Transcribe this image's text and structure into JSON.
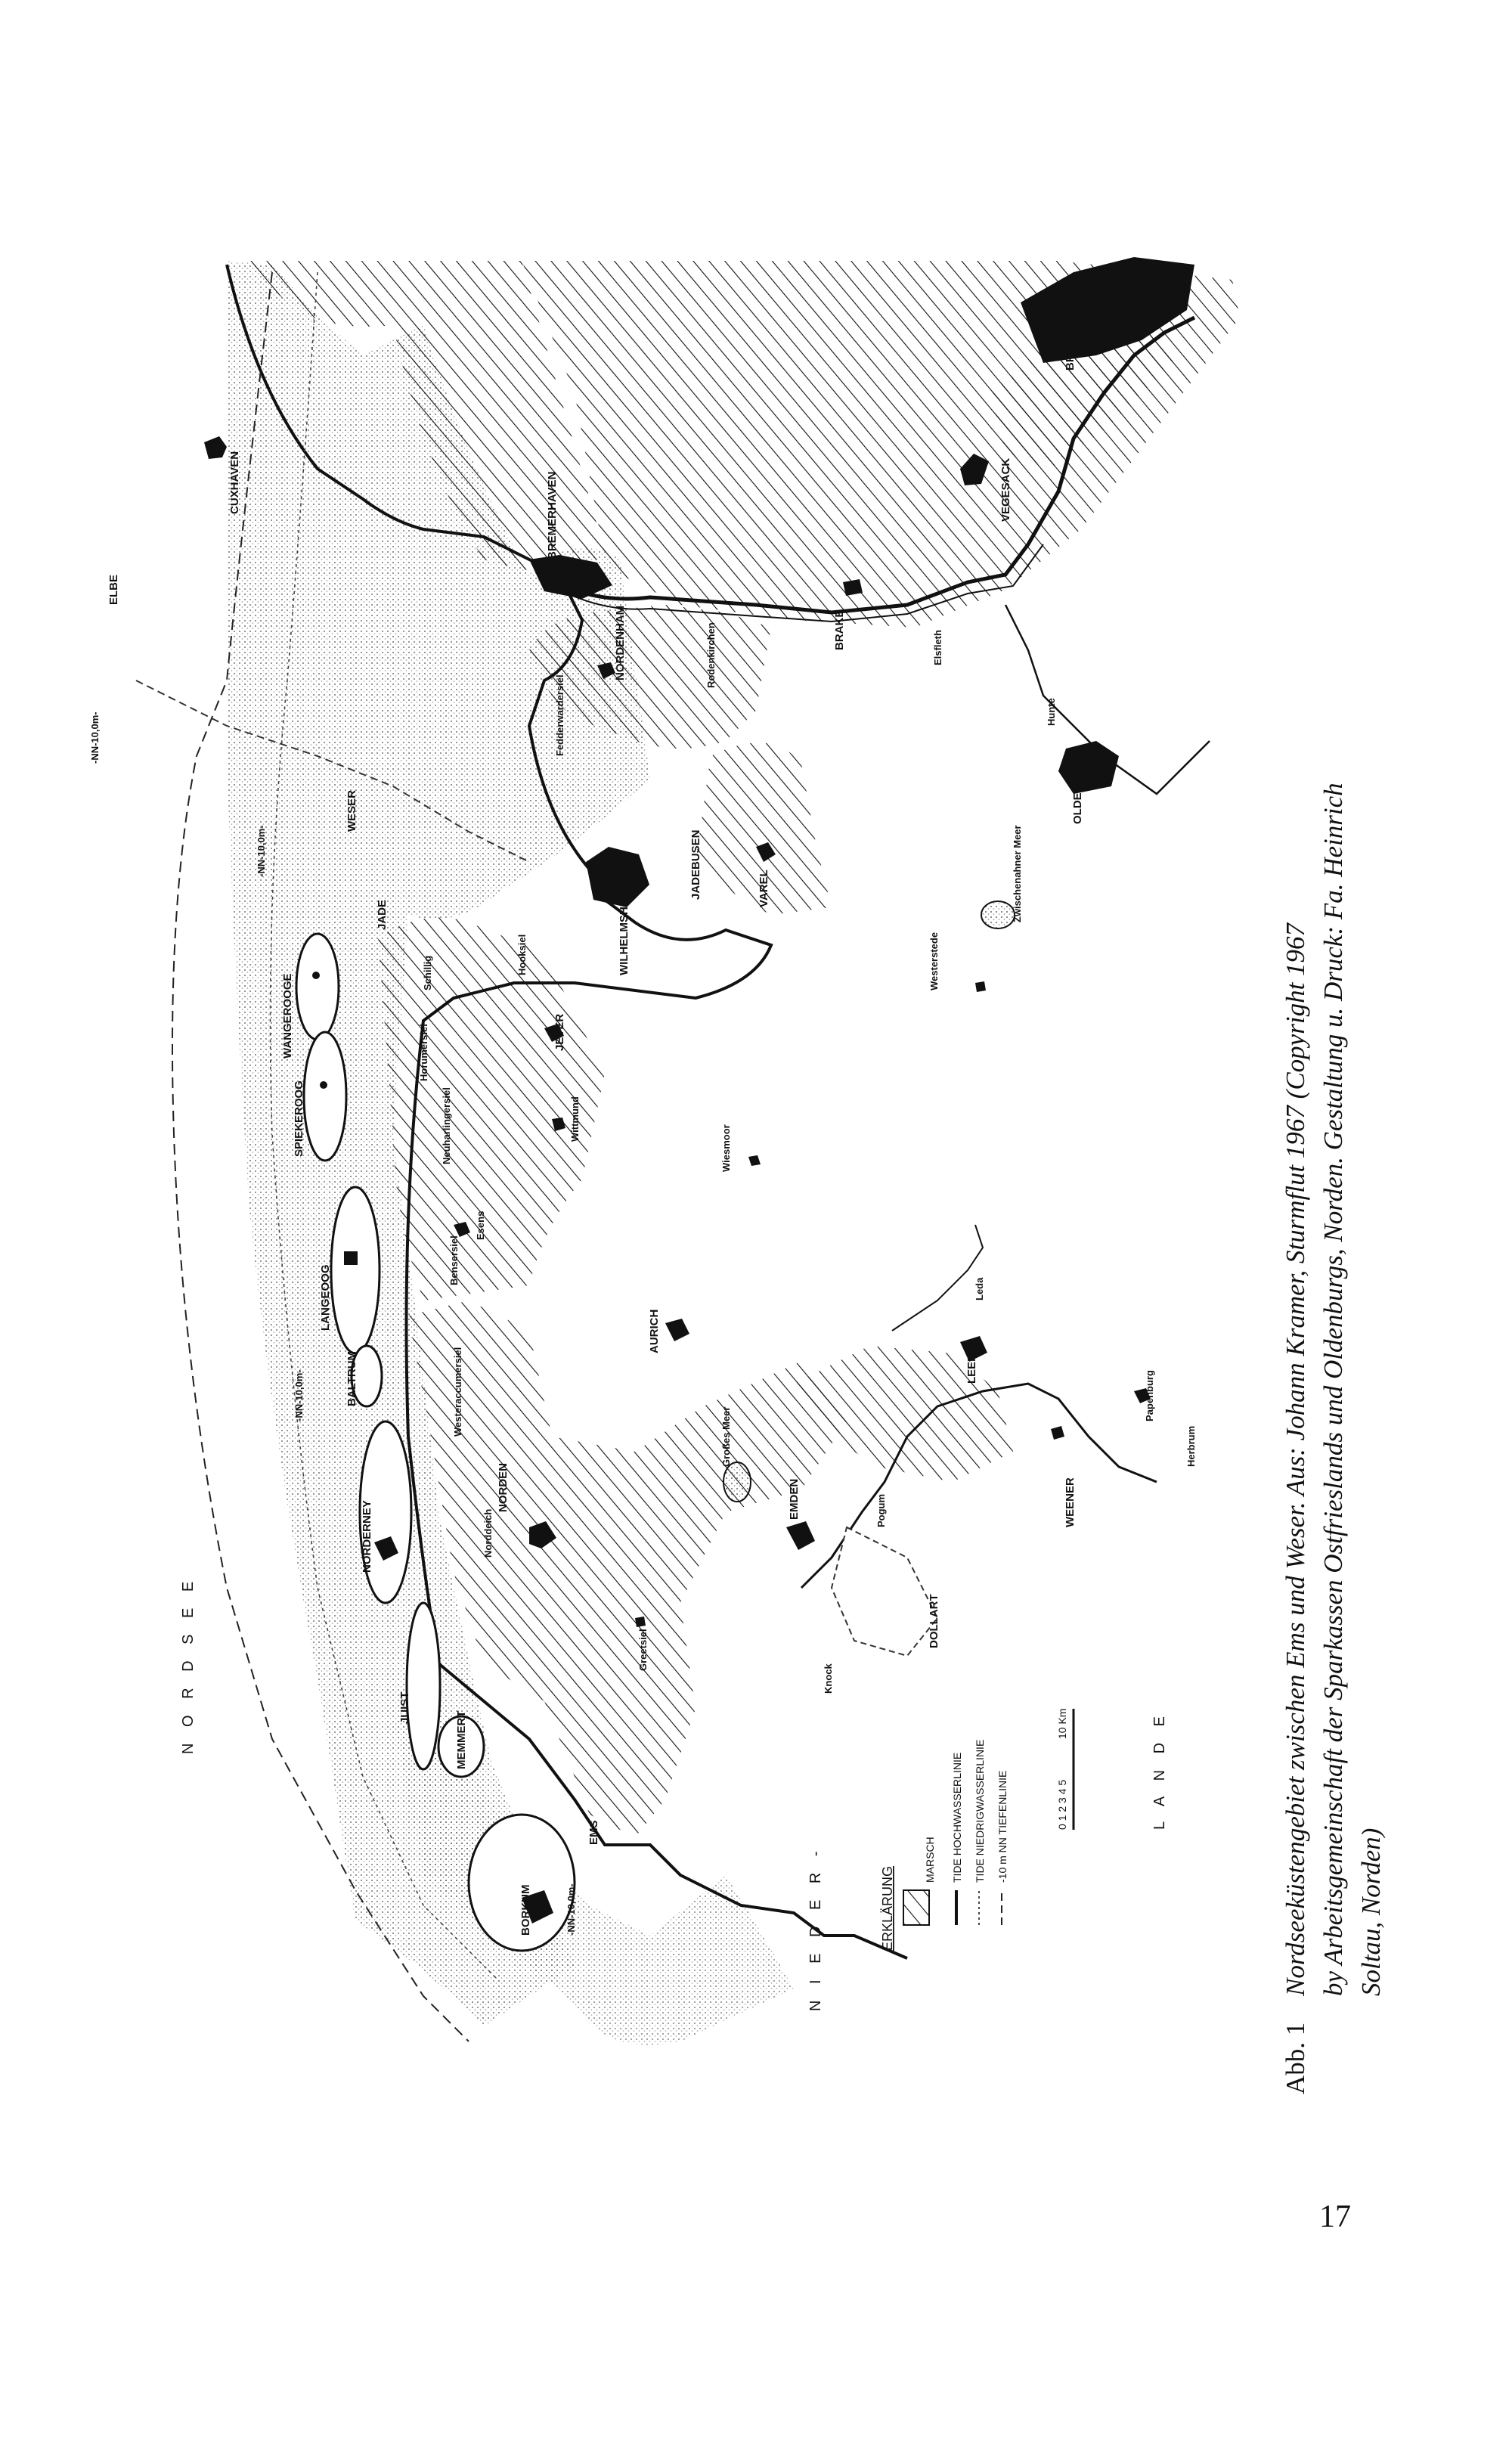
{
  "map": {
    "legend": {
      "title": "ERKLÄRUNG",
      "items": [
        {
          "label": "MARSCH"
        },
        {
          "label": "TIDE HOCHWASSERLINIE"
        },
        {
          "label": "TIDE NIEDRIGWASSERLINIE"
        },
        {
          "label": "-10 m NN TIEFENLINIE"
        }
      ],
      "scale_ticks": "0 1 2 3 4 5",
      "scale_end": "10 Km"
    },
    "sea_labels": {
      "nordsee": "N O R D S E E",
      "niederlande": "N I E D E R -",
      "lande": "L A N D E"
    },
    "water_labels": {
      "elbe": "ELBE",
      "weser": "WESER",
      "jade": "JADE",
      "jadebusen": "JADEBUSEN",
      "ems": "EMS",
      "dollart": "DOLLART",
      "hunte": "Hunte",
      "leda": "Leda",
      "grosses_meer": "Großes Meer",
      "zwischenahner_meer": "Zwischenahner Meer"
    },
    "depth_labels": [
      "-NN-10,0m-",
      "-NN-10,0m-",
      "-NN-10,0m-",
      "-NN-10,0m-"
    ],
    "islands": [
      "BORKUM",
      "JUIST",
      "MEMMERT",
      "NORDERNEY",
      "BALTRUM",
      "LANGEOOG",
      "SPIEKEROOG",
      "WANGEROOGE"
    ],
    "places": {
      "cuxhaven": "CUXHAVEN",
      "bremerhaven": "BREMERHAVEN",
      "nordenham": "NORDENHAM",
      "fedderwardersiel": "Fedderwardersiel",
      "rodenkirchen": "Rodenkirchen",
      "brake": "BRAKE",
      "elsfleth": "Elsfleth",
      "vegesack": "VEGESACK",
      "bremen": "BREMEN",
      "oldenburg": "OLDENBURG",
      "wilhelmshaven": "WILHELMSHAVEN",
      "varel": "VAREL",
      "westerstede": "Westerstede",
      "hooksiel": "Hooksiel",
      "schillig": "Schillig",
      "jever": "JEVER",
      "horumersiel": "Horumersiel",
      "wittmund": "Wittmund",
      "neuharlingersiel": "Neuharlingersiel",
      "wiesmoor": "Wiesmoor",
      "esens": "Esens",
      "bensersiel": "Bensersiel",
      "westeraccumersiel": "Westeraccumersiel",
      "aurich": "AURICH",
      "leer": "LEER",
      "papenburg": "Papenburg",
      "norddeich": "Norddeich",
      "norden": "NORDEN",
      "emden": "EMDEN",
      "pogum": "Pogum",
      "weener": "WEENER",
      "herbrum": "Herbrum",
      "greetsiel": "Greetsiel",
      "knock": "Knock"
    }
  },
  "caption": {
    "label": "Abb. 1",
    "line1": "Nordseeküstengebiet zwischen Ems und Weser. Aus: Johann Kramer, Sturmflut 1967 (Copyright 1967",
    "line2": "by Arbeitsgemeinschaft der Sparkassen Ostfrieslands und Oldenburgs, Norden. Gestaltung u. Druck: Fa. Heinrich",
    "line3": "Soltau, Norden)"
  },
  "page_number": "17"
}
